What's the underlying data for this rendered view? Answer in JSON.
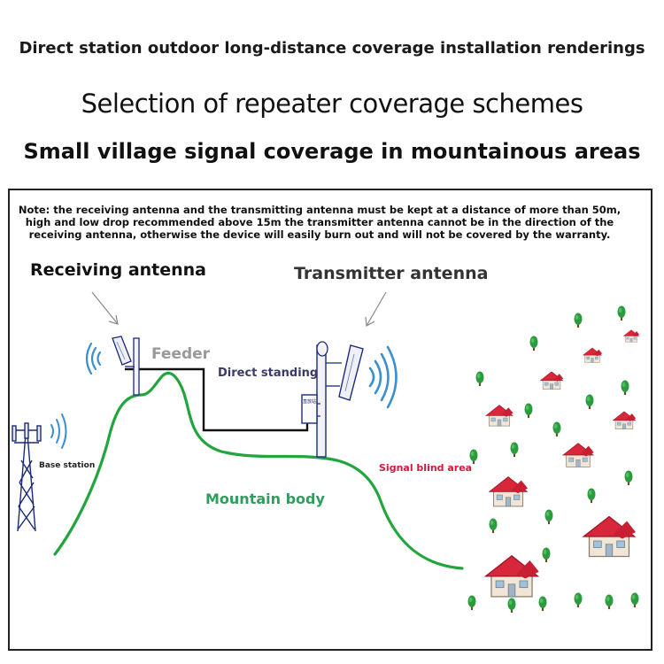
{
  "header": {
    "line1": "Direct station outdoor long-distance coverage installation renderings",
    "line2": "Selection of repeater coverage schemes",
    "line3": "Small village signal coverage in mountainous areas"
  },
  "diagram": {
    "note": "Note: the receiving antenna and the transmitting antenna must be kept at a distance of more than 50m, high and low drop recommended above 15m the transmitter antenna cannot be in the direction of the receiving antenna, otherwise the device will easily burn out and will not be covered by the warranty.",
    "receiving_antenna": "Receiving antenna",
    "transmitter_antenna": "Transmitter antenna",
    "feeder": "Feeder",
    "direct_standing": "Direct standing",
    "base_station": "Base station",
    "signal_blind_area": "Signal blind area",
    "mountain_body": "Mountain body",
    "repeater_box_text": "直放站"
  },
  "colors": {
    "mountain_line": "#22a53c",
    "signal_waves": "#3a8fd0",
    "blind_area_text": "#d4183d",
    "mountain_text": "#2f9e5c",
    "house_roof": "#d8263a",
    "tree": "#2c9b3e"
  },
  "icons": [
    "base-station-tower-icon",
    "receiving-antenna-icon",
    "transmitter-antenna-icon",
    "repeater-box-icon",
    "house-icon",
    "tree-icon",
    "signal-wave-icon"
  ]
}
